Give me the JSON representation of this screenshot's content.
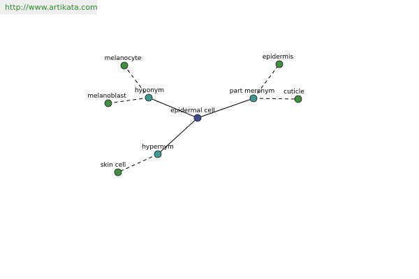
{
  "site_url": "http://www.artikata.com",
  "colors": {
    "url_text": "#2f8f2f",
    "url_bg": "#efefef",
    "center_node": "#3d4a8f",
    "relation_node": "#3d9a8f",
    "leaf_node": "#3f8f3f",
    "edge": "#000000"
  },
  "nodes": {
    "center": {
      "label": "epidermal cell",
      "kind": "center"
    },
    "hyponym": {
      "label": "hyponym",
      "kind": "relation"
    },
    "part_meronym": {
      "label": "part meronym",
      "kind": "relation"
    },
    "hypernym": {
      "label": "hypernym",
      "kind": "relation"
    },
    "melanocyte": {
      "label": "melanocyte",
      "kind": "leaf"
    },
    "melanoblast": {
      "label": "melanoblast",
      "kind": "leaf"
    },
    "epidermis": {
      "label": "epidermis",
      "kind": "leaf"
    },
    "cuticle": {
      "label": "cuticle",
      "kind": "leaf"
    },
    "skin_cell": {
      "label": "skin cell",
      "kind": "leaf"
    }
  },
  "edges": [
    {
      "from": "center",
      "to": "hyponym",
      "style": "solid"
    },
    {
      "from": "center",
      "to": "part_meronym",
      "style": "solid"
    },
    {
      "from": "center",
      "to": "hypernym",
      "style": "solid"
    },
    {
      "from": "hyponym",
      "to": "melanocyte",
      "style": "dashed"
    },
    {
      "from": "hyponym",
      "to": "melanoblast",
      "style": "dashed"
    },
    {
      "from": "part_meronym",
      "to": "epidermis",
      "style": "dashed"
    },
    {
      "from": "part_meronym",
      "to": "cuticle",
      "style": "dashed"
    },
    {
      "from": "hypernym",
      "to": "skin_cell",
      "style": "dashed"
    }
  ]
}
